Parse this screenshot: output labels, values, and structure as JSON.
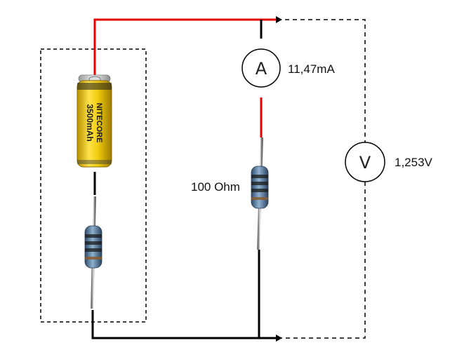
{
  "colors": {
    "positive_wire": "#e60000",
    "negative_wire": "#000000",
    "meter_wire": "#000000",
    "battery_body": "#e8c400",
    "resistor_body": "#5b7fa3"
  },
  "battery": {
    "brand": "NITECORE",
    "capacity": "3500mAh"
  },
  "ammeter": {
    "symbol": "A",
    "reading": "11,47mA"
  },
  "voltmeter": {
    "symbol": "V",
    "reading": "1,253V"
  },
  "load_resistor": {
    "label": "100 Ohm"
  }
}
